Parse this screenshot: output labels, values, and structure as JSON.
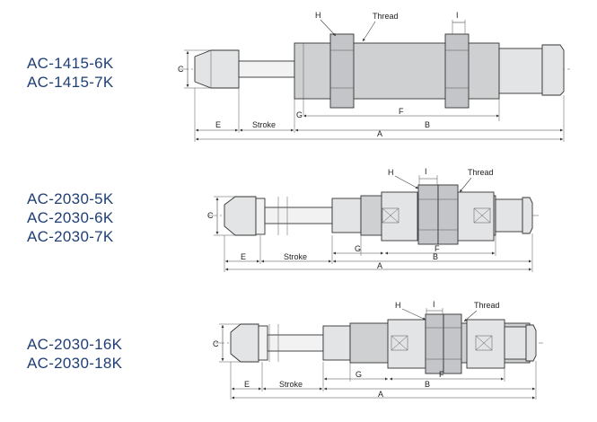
{
  "groups": [
    {
      "models": [
        "AC-1415-6K",
        "AC-1415-7K"
      ]
    },
    {
      "models": [
        "AC-2030-5K",
        "AC-2030-6K",
        "AC-2030-7K"
      ]
    },
    {
      "models": [
        "AC-2030-16K",
        "AC-2030-18K"
      ]
    }
  ],
  "labels": {
    "H": "H",
    "I": "I",
    "thread": "Thread",
    "C": "C",
    "E": "E",
    "stroke": "Stroke",
    "G": "G",
    "F": "F",
    "B": "B",
    "A": "A"
  }
}
